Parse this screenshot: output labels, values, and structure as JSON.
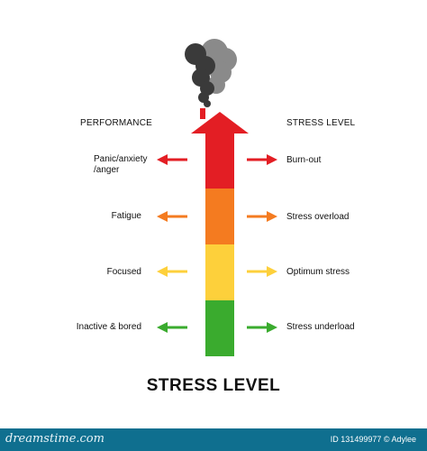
{
  "headers": {
    "left": "PERFORMANCE",
    "right": "STRESS LEVEL"
  },
  "left_labels": [
    "Panic/anxiety\n/anger",
    "Fatigue",
    "Focused",
    "Inactive & bored"
  ],
  "right_labels": [
    "Burn-out",
    "Stress overload",
    "Optimum stress",
    "Stress underload"
  ],
  "title": "STRESS LEVEL",
  "colors": {
    "red": "#e31e24",
    "orange": "#f47b20",
    "yellow": "#fdd03b",
    "green": "#3aab2e",
    "smoke_dark": "#3a3a3a",
    "smoke_light": "#8a8a8a",
    "footer_bg": "#0f6f8f"
  },
  "footer": {
    "logo": "dreamstime.com",
    "id_text": "ID 131499977 © Adylee"
  }
}
